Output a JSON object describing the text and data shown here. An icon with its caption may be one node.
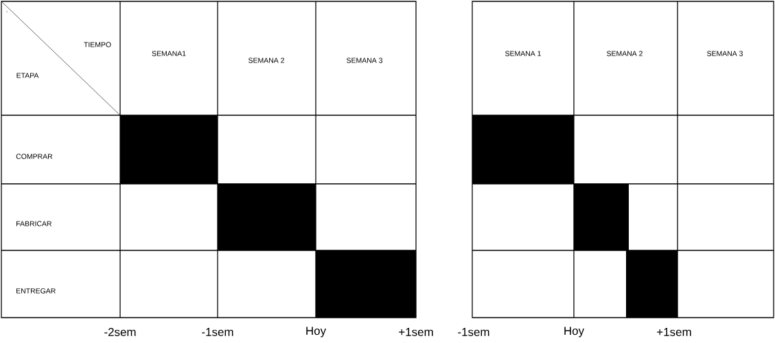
{
  "diagram": {
    "labels": [
      ".",
      "TIEMPO",
      "ETAPA",
      "SEMANA1",
      "SEMANA 2",
      "SEMANA 3",
      "COMPRAR",
      "FABRICAR",
      "ENTREGAR",
      "SEMANA 1",
      "SEMANA 2",
      "SEMANA 3",
      "-2sem",
      "-1sem",
      "Hoy",
      "+1sem",
      "-1sem",
      "Hoy",
      "+1sem"
    ]
  }
}
